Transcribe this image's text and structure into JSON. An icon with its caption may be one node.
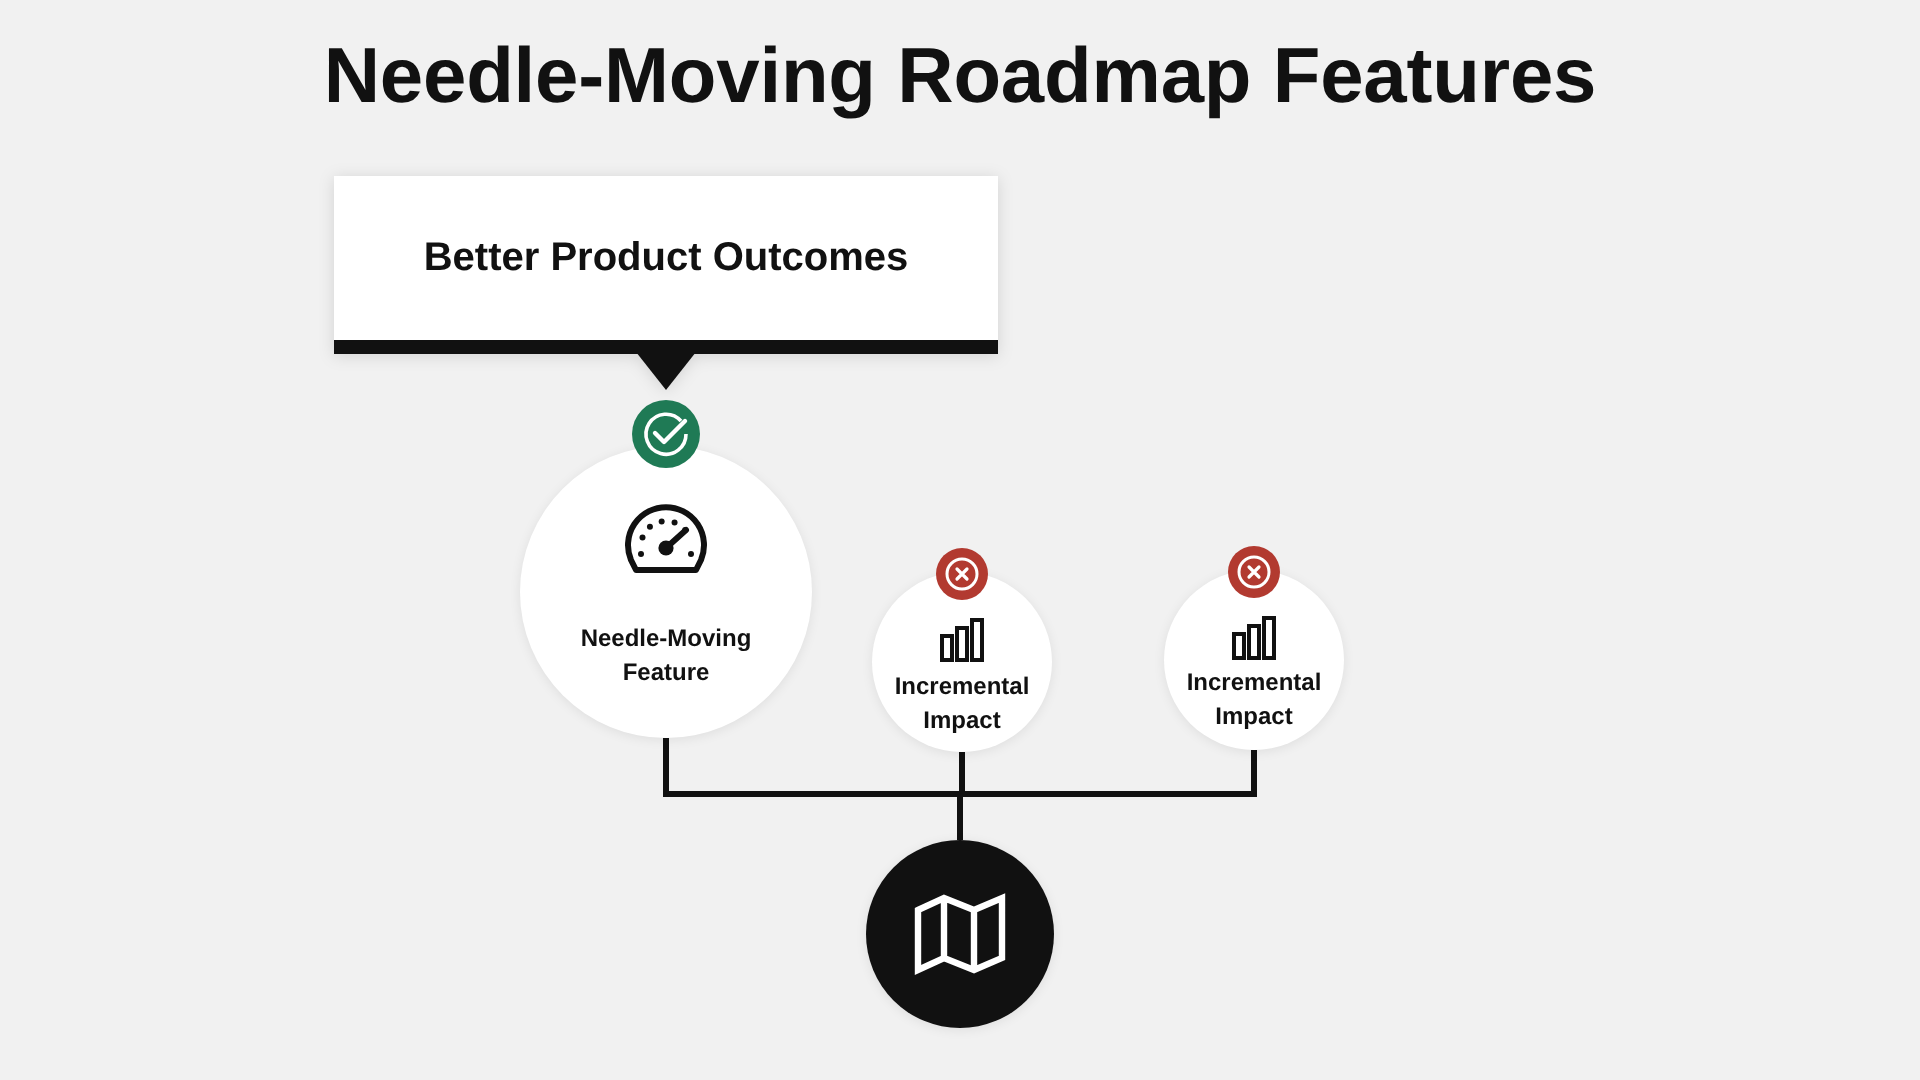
{
  "diagram": {
    "title": "Needle-Moving Roadmap Features",
    "nodes": [
      {
        "text": [
          "Better Product Outcomes"
        ]
      },
      {
        "text": [
          "Needle-Moving Feature"
        ]
      },
      {
        "text": [
          "Incremental Impact"
        ]
      },
      {
        "text": [
          "Incremental Impact"
        ]
      },
      {
        "text": [],
        "shape": "circle"
      }
    ],
    "edges": [
      {
        "from": 1,
        "to": 4,
        "arrow": "none"
      },
      {
        "from": 2,
        "to": 4,
        "arrow": "none"
      },
      {
        "from": 3,
        "to": 4,
        "arrow": "none"
      }
    ]
  }
}
